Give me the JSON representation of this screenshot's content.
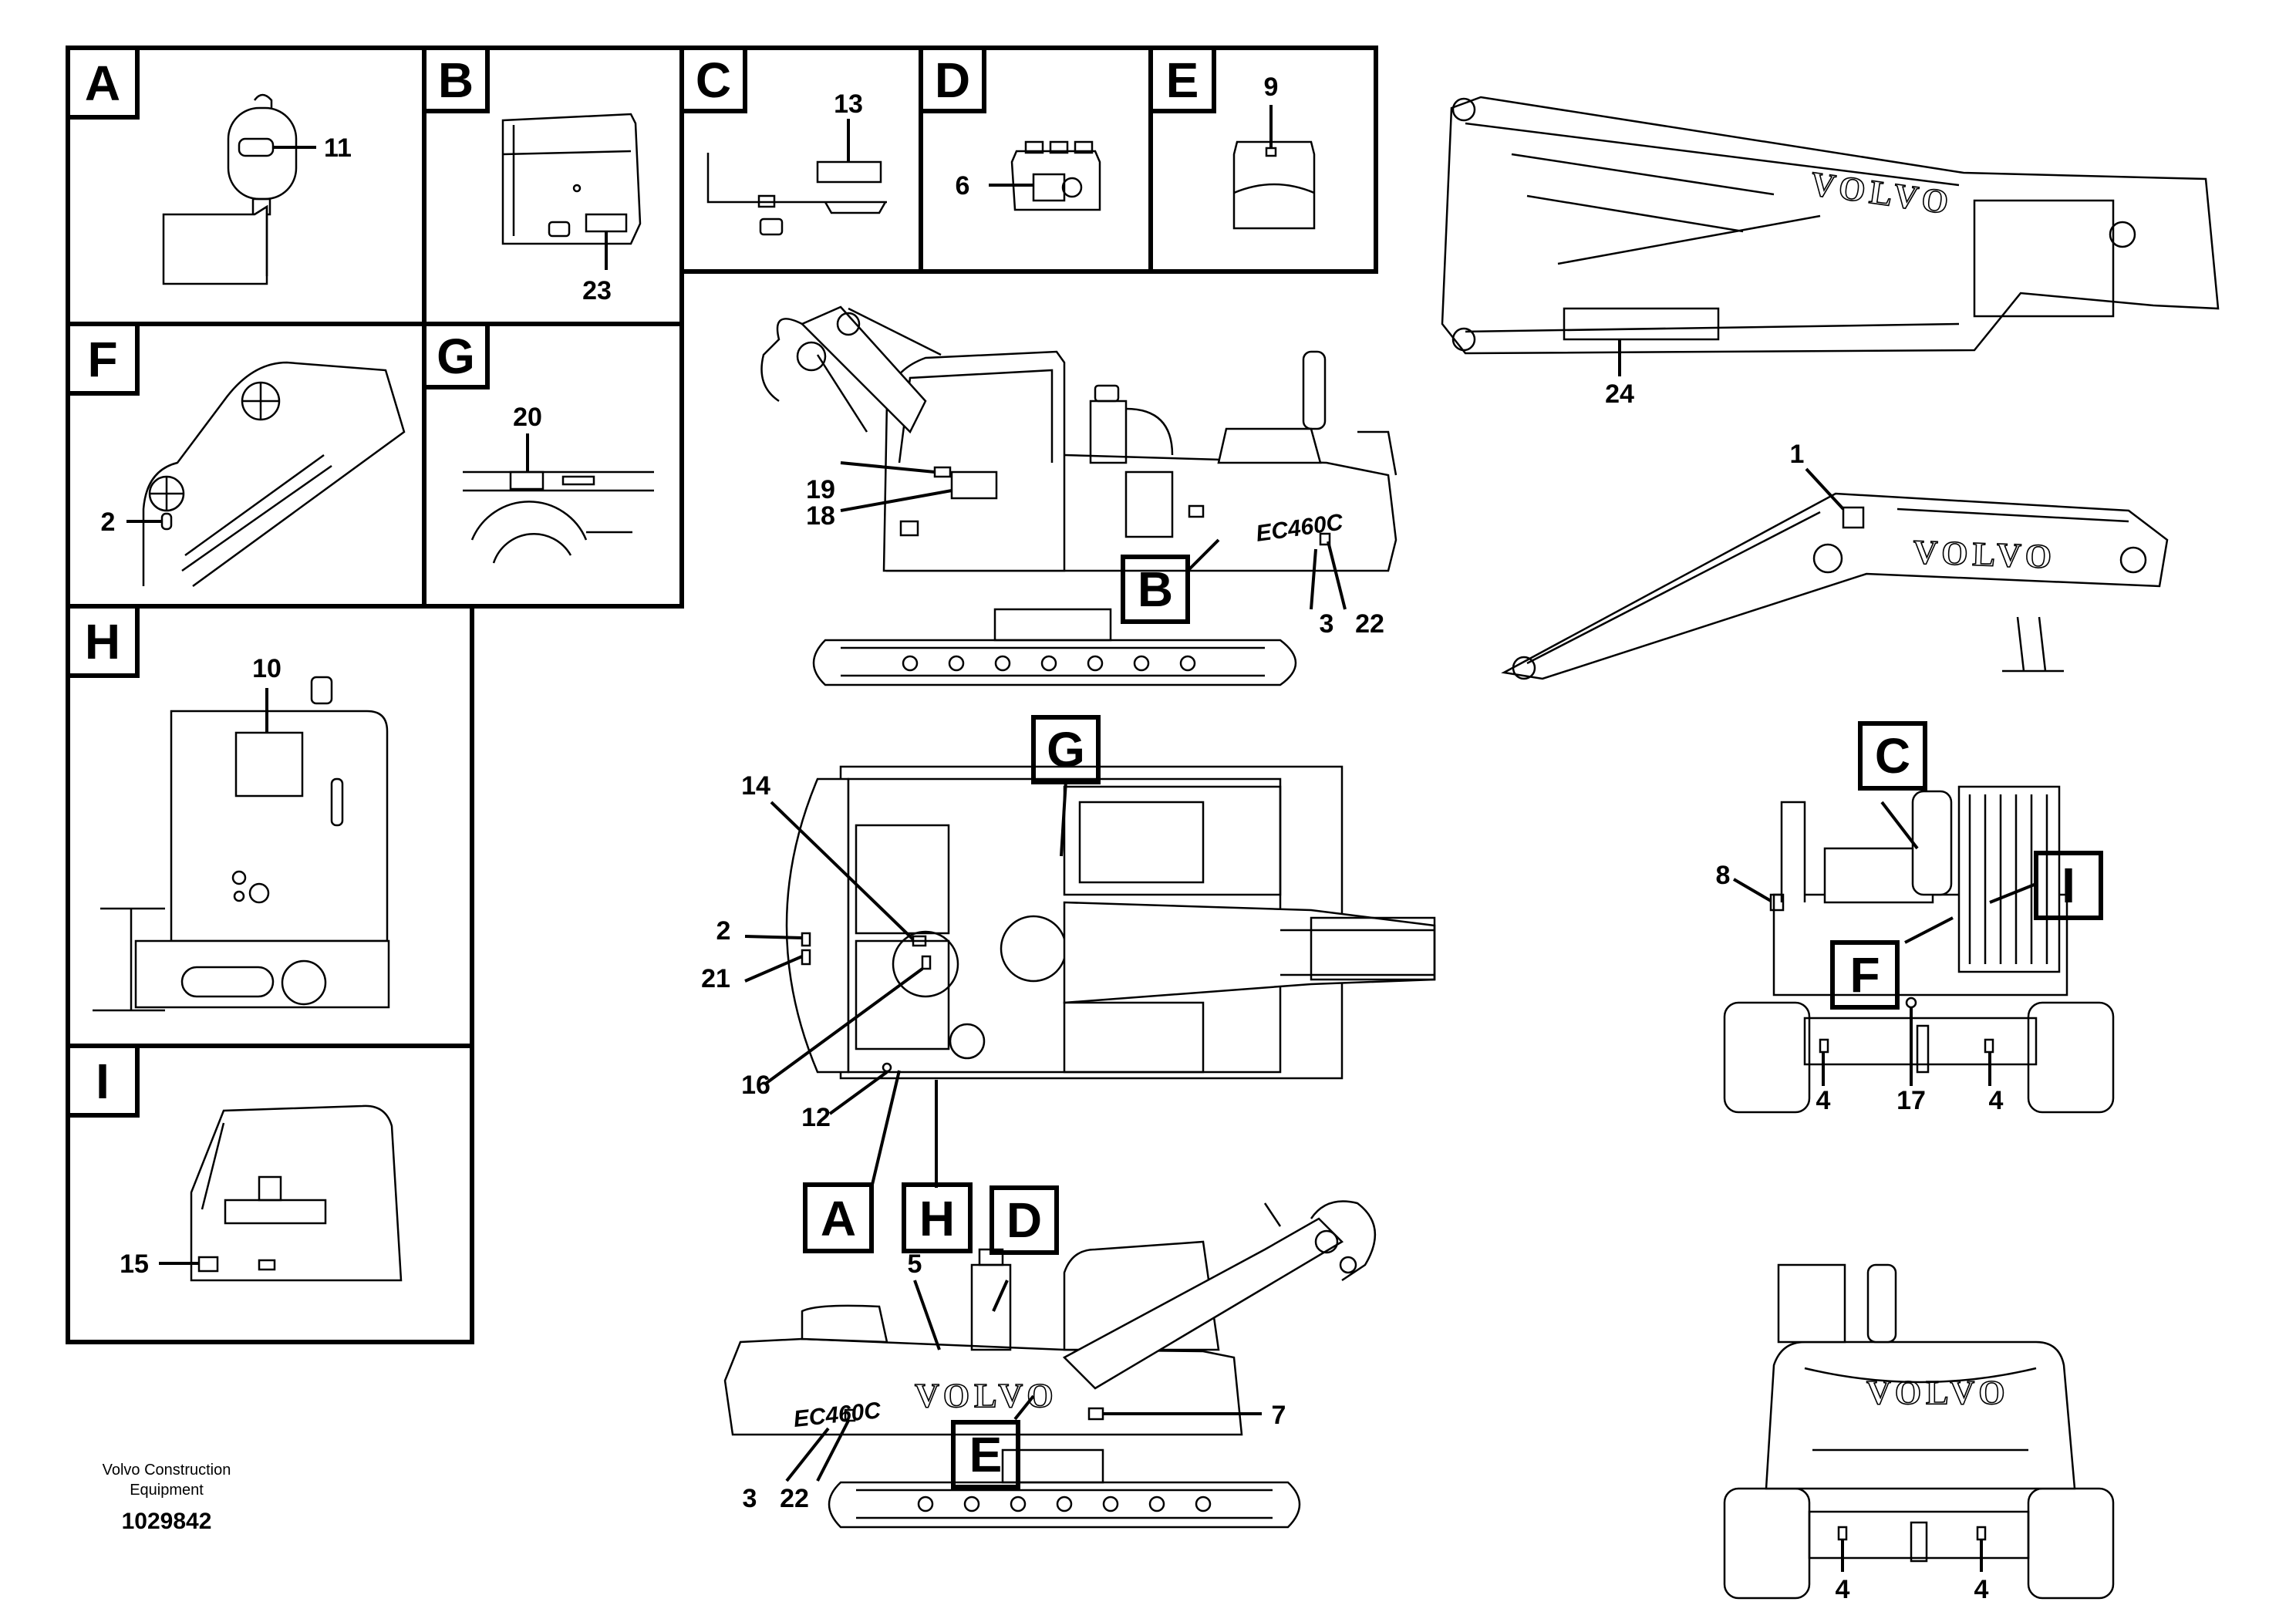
{
  "diagram": {
    "panel_labels": [
      "A",
      "B",
      "C",
      "D",
      "E",
      "F",
      "G",
      "H",
      "I"
    ],
    "callouts": [
      "1",
      "2",
      "3",
      "4",
      "5",
      "6",
      "7",
      "8",
      "9",
      "10",
      "11",
      "12",
      "13",
      "14",
      "15",
      "16",
      "17",
      "18",
      "19",
      "20",
      "21",
      "22",
      "23",
      "24"
    ],
    "brand_text": "VOLVO",
    "model_text": "EC460C",
    "footer": {
      "company_line1": "Volvo Construction",
      "company_line2": "Equipment",
      "drawing_number": "1029842"
    }
  }
}
